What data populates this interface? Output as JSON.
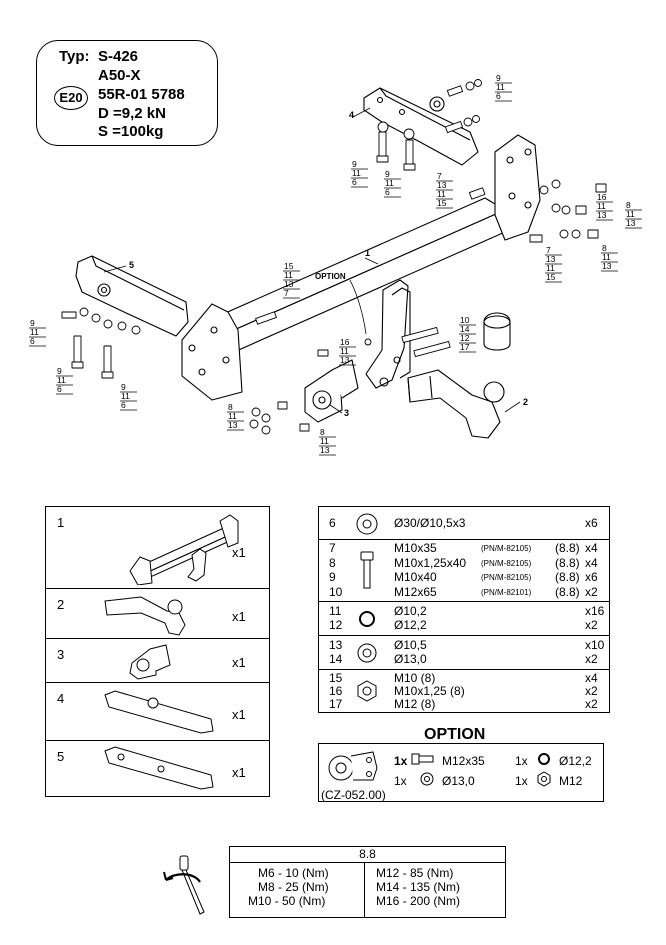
{
  "type_box": {
    "typ_label": "Typ:",
    "typ_value": "S-426",
    "model": "A50-X",
    "approval_mark": "E20",
    "approval_number": "55R-01 5788",
    "d_value": "D =9,2 kN",
    "s_value": "S =100kg"
  },
  "diagram": {
    "option_label": "OPTION",
    "part_callouts": [
      "1",
      "2",
      "3",
      "4",
      "5"
    ],
    "bolt_callouts": [
      [
        "9",
        "11",
        "6"
      ],
      [
        "9",
        "11",
        "6"
      ],
      [
        "9",
        "11",
        "6"
      ],
      [
        "7",
        "13",
        "11",
        "15"
      ],
      [
        "16",
        "11",
        "13"
      ],
      [
        "8",
        "11",
        "13"
      ],
      [
        "7",
        "13",
        "11",
        "15"
      ],
      [
        "8",
        "11",
        "13"
      ],
      [
        "15",
        "11",
        "13",
        "7"
      ],
      [
        "9",
        "11",
        "6"
      ],
      [
        "9",
        "11",
        "6"
      ],
      [
        "9",
        "11",
        "6"
      ],
      [
        "16",
        "11",
        "13"
      ],
      [
        "10",
        "14",
        "12",
        "17"
      ],
      [
        "8",
        "11",
        "13"
      ],
      [
        "8",
        "11",
        "13"
      ]
    ]
  },
  "parts_list": [
    {
      "num": "1",
      "qty": "x1",
      "icon": "hitch-crossbar"
    },
    {
      "num": "2",
      "qty": "x1",
      "icon": "tow-ball-neck"
    },
    {
      "num": "3",
      "qty": "x1",
      "icon": "socket-plate"
    },
    {
      "num": "4",
      "qty": "x1",
      "icon": "side-bracket"
    },
    {
      "num": "5",
      "qty": "x1",
      "icon": "side-bracket"
    }
  ],
  "hardware": [
    {
      "rows": [
        {
          "num": "6",
          "desc": "Ø30/Ø10,5x3",
          "pn": "",
          "cls": "",
          "qty": "x6"
        }
      ],
      "icon": "large-washer"
    },
    {
      "rows": [
        {
          "num": "7",
          "desc": "M10x35",
          "pn": "(PN/M-82105)",
          "cls": "(8.8)",
          "qty": "x4"
        },
        {
          "num": "8",
          "desc": "M10x1,25x40",
          "pn": "(PN/M-82105)",
          "cls": "(8.8)",
          "qty": "x4"
        },
        {
          "num": "9",
          "desc": "M10x40",
          "pn": "(PN/M-82105)",
          "cls": "(8.8)",
          "qty": "x6"
        },
        {
          "num": "10",
          "desc": "M12x65",
          "pn": "(PN/M-82101)",
          "cls": "(8.8)",
          "qty": "x2"
        }
      ],
      "icon": "bolt"
    },
    {
      "rows": [
        {
          "num": "11",
          "desc": "Ø10,2",
          "pn": "",
          "cls": "",
          "qty": "x16"
        },
        {
          "num": "12",
          "desc": "Ø12,2",
          "pn": "",
          "cls": "",
          "qty": "x2"
        }
      ],
      "icon": "spring-washer"
    },
    {
      "rows": [
        {
          "num": "13",
          "desc": "Ø10,5",
          "pn": "",
          "cls": "",
          "qty": "x10"
        },
        {
          "num": "14",
          "desc": "Ø13,0",
          "pn": "",
          "cls": "",
          "qty": "x2"
        }
      ],
      "icon": "flat-washer"
    },
    {
      "rows": [
        {
          "num": "15",
          "desc": "M10 (8)",
          "pn": "",
          "cls": "",
          "qty": "x4"
        },
        {
          "num": "16",
          "desc": "M10x1,25 (8)",
          "pn": "",
          "cls": "",
          "qty": "x2"
        },
        {
          "num": "17",
          "desc": "M12 (8)",
          "pn": "",
          "cls": "",
          "qty": "x2"
        }
      ],
      "icon": "hex-nut"
    }
  ],
  "option": {
    "title": "OPTION",
    "code": "(CZ-052.00)",
    "items": [
      {
        "qty": "1x",
        "label": "M12x35",
        "icon": "bolt"
      },
      {
        "qty": "1x",
        "label": "Ø13,0",
        "icon": "flat-washer"
      },
      {
        "qty": "1x",
        "label": "Ø12,2",
        "icon": "spring-washer"
      },
      {
        "qty": "1x",
        "label": "M12",
        "icon": "hex-nut"
      }
    ]
  },
  "torque": {
    "header": "8.8",
    "left": [
      "M6  -  10 (Nm)",
      "M8  -  25 (Nm)",
      "M10  -  50 (Nm)"
    ],
    "right": [
      "M12 - 85 (Nm)",
      "M14 - 135 (Nm)",
      "M16 - 200 (Nm)"
    ],
    "icon": "torque-wrench"
  }
}
